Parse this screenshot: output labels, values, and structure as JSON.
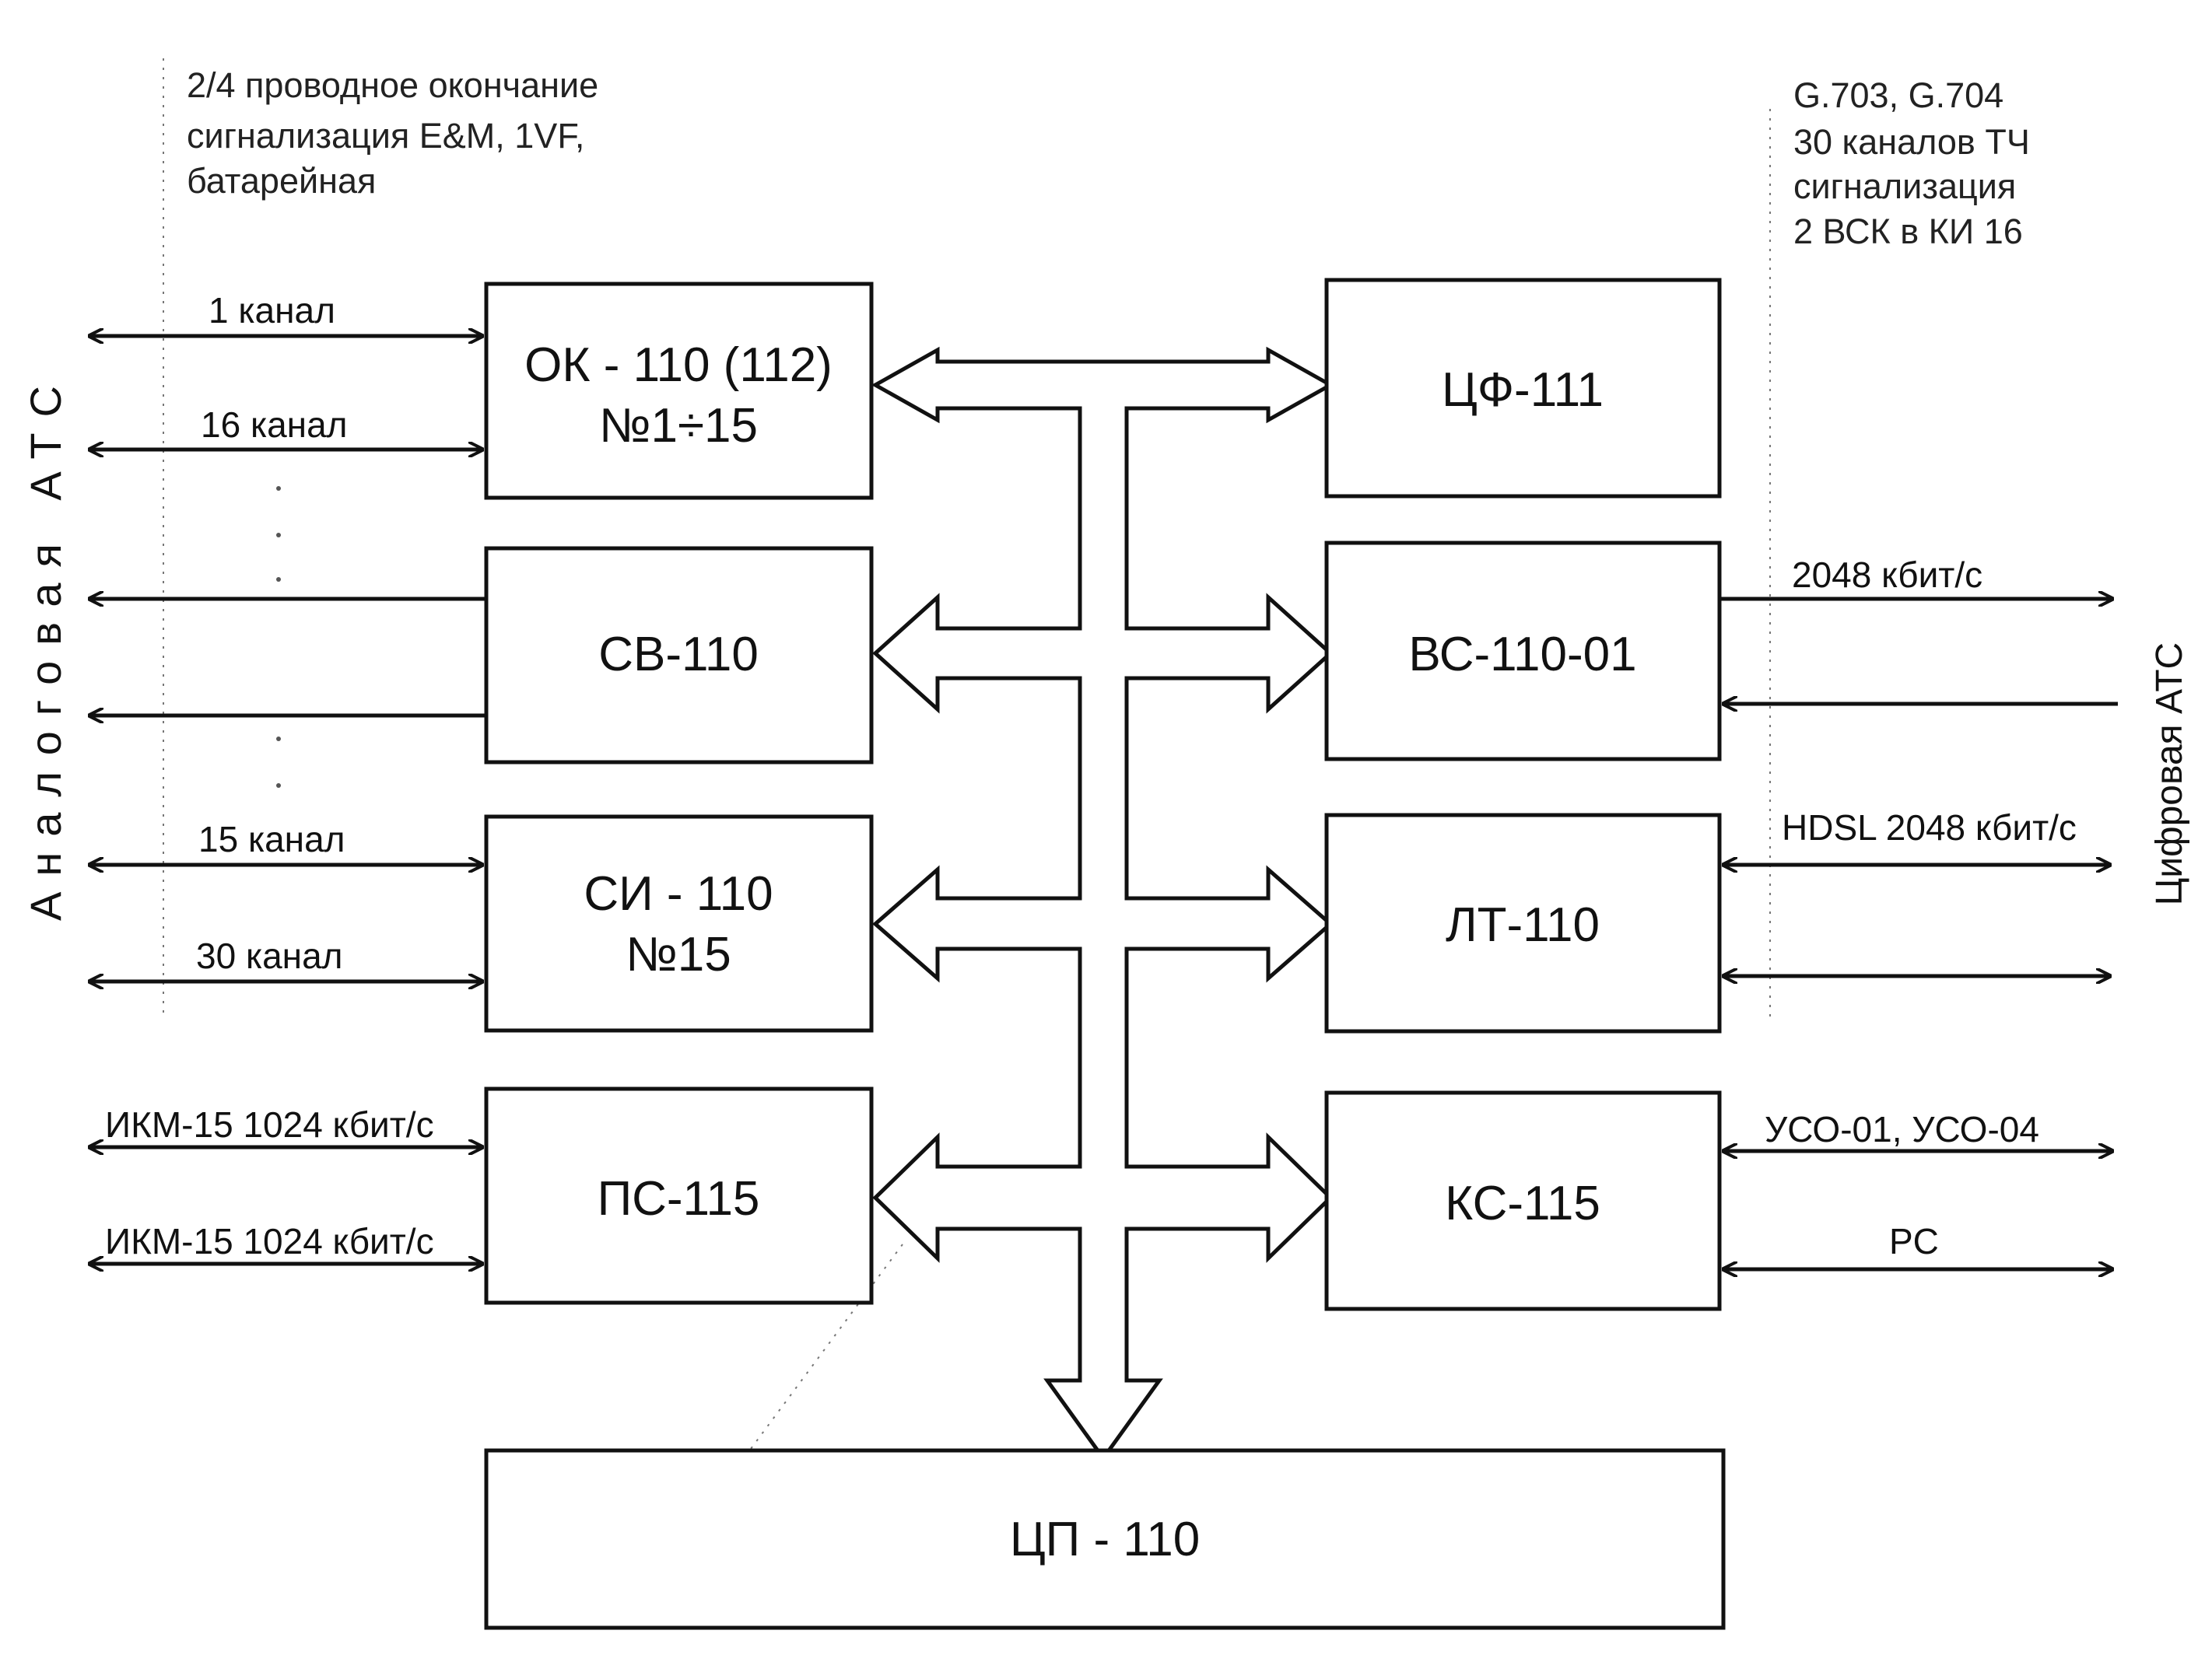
{
  "notes": {
    "top_left": [
      "2/4 проводное окончание",
      "сигнализация E&M, 1VF,",
      "батарейная"
    ],
    "top_right": [
      "G.703, G.704",
      "30 каналов ТЧ",
      "сигнализация",
      "2 ВСК в КИ 16"
    ]
  },
  "side_labels": {
    "left": "Аналоговая АТС",
    "right": "Цифровая АТС"
  },
  "blocks": {
    "ok": [
      "ОК - 110 (112)",
      "№1÷15"
    ],
    "sv": [
      "СВ-110"
    ],
    "si": [
      "СИ - 110",
      "№15"
    ],
    "ps": [
      "ПС-115"
    ],
    "cf": [
      "ЦФ-111"
    ],
    "vs": [
      "ВС-110-01"
    ],
    "lt": [
      "ЛТ-110"
    ],
    "ks": [
      "КС-115"
    ],
    "cp": [
      "ЦП - 110"
    ]
  },
  "left_links": {
    "ok_1": "1 канал",
    "ok_16": "16 канал",
    "si_15": "15 канал",
    "si_30": "30 канал",
    "ps_1": "ИКМ-15 1024 кбит/с",
    "ps_2": "ИКМ-15 1024 кбит/с"
  },
  "right_links": {
    "vs": "2048 кбит/с",
    "lt": "HDSL 2048 кбит/с",
    "ks_1": "УСО-01, УСО-04",
    "ks_2": "PC"
  }
}
